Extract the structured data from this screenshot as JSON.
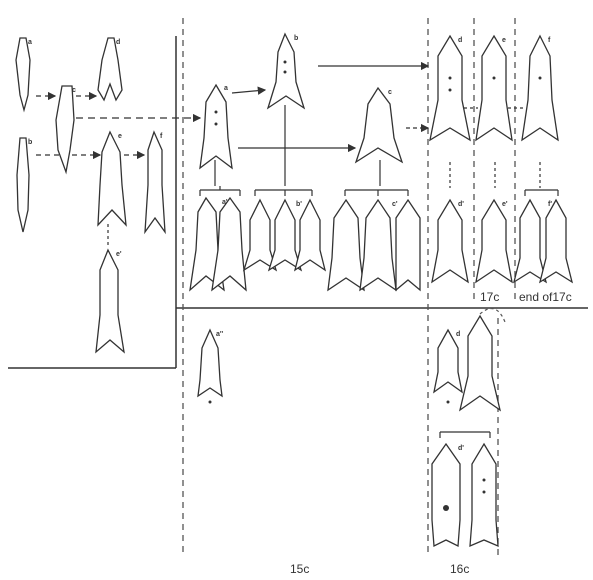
{
  "diagram": {
    "period_labels": {
      "p15": "15c",
      "p16": "16c",
      "p17": "17c",
      "p17_end": "end of17c"
    },
    "colors": {
      "ink": "#333333",
      "ink_light": "#555555",
      "background": "#ffffff"
    },
    "node_marks": [
      {
        "id": "a-top-left",
        "mark": "a"
      },
      {
        "id": "b-left",
        "mark": "b"
      },
      {
        "id": "c-left",
        "mark": "c"
      },
      {
        "id": "d-left",
        "mark": "d"
      },
      {
        "id": "e-left",
        "mark": "e"
      },
      {
        "id": "f-left",
        "mark": "f"
      },
      {
        "id": "e-prime-left",
        "mark": "e'"
      },
      {
        "id": "a-15c",
        "mark": "a"
      },
      {
        "id": "b-15c",
        "mark": "b"
      },
      {
        "id": "c-15c",
        "mark": "c"
      },
      {
        "id": "a-prime-15c",
        "mark": "a'"
      },
      {
        "id": "b-prime-15c",
        "mark": "b'"
      },
      {
        "id": "c-prime-15c",
        "mark": "c'"
      },
      {
        "id": "a-double-prime-15c",
        "mark": "a''"
      },
      {
        "id": "d-16c",
        "mark": "d"
      },
      {
        "id": "d-prime-16c",
        "mark": "d'"
      },
      {
        "id": "e-17c",
        "mark": "e"
      },
      {
        "id": "e-prime-17c",
        "mark": "e'"
      },
      {
        "id": "f-17c",
        "mark": "f"
      },
      {
        "id": "f-prime-17c",
        "mark": "f'"
      },
      {
        "id": "d-16c-lower",
        "mark": "d"
      },
      {
        "id": "d-prime-16c-lower",
        "mark": "d'"
      }
    ]
  }
}
